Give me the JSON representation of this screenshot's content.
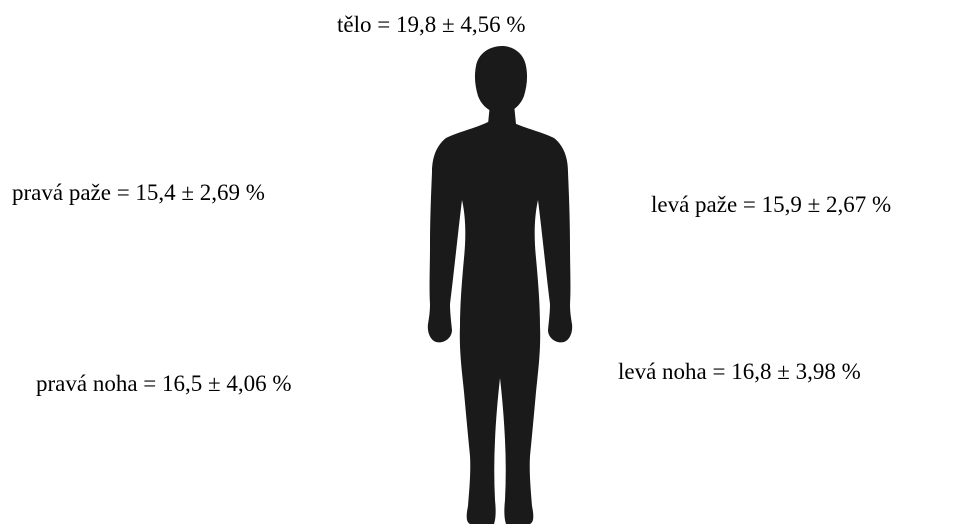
{
  "labels": {
    "body": "tělo = 19,8 ± 4,56 %",
    "right_arm": "pravá paže = 15,4 ± 2,69 %",
    "left_arm": "levá paže = 15,9 ± 2,67 %",
    "right_leg": "pravá noha = 16,5 ± 4,06 %",
    "left_leg": "levá noha = 16,8 ± 3,98 %"
  },
  "figure": {
    "fill_color": "#1a1a1a"
  }
}
